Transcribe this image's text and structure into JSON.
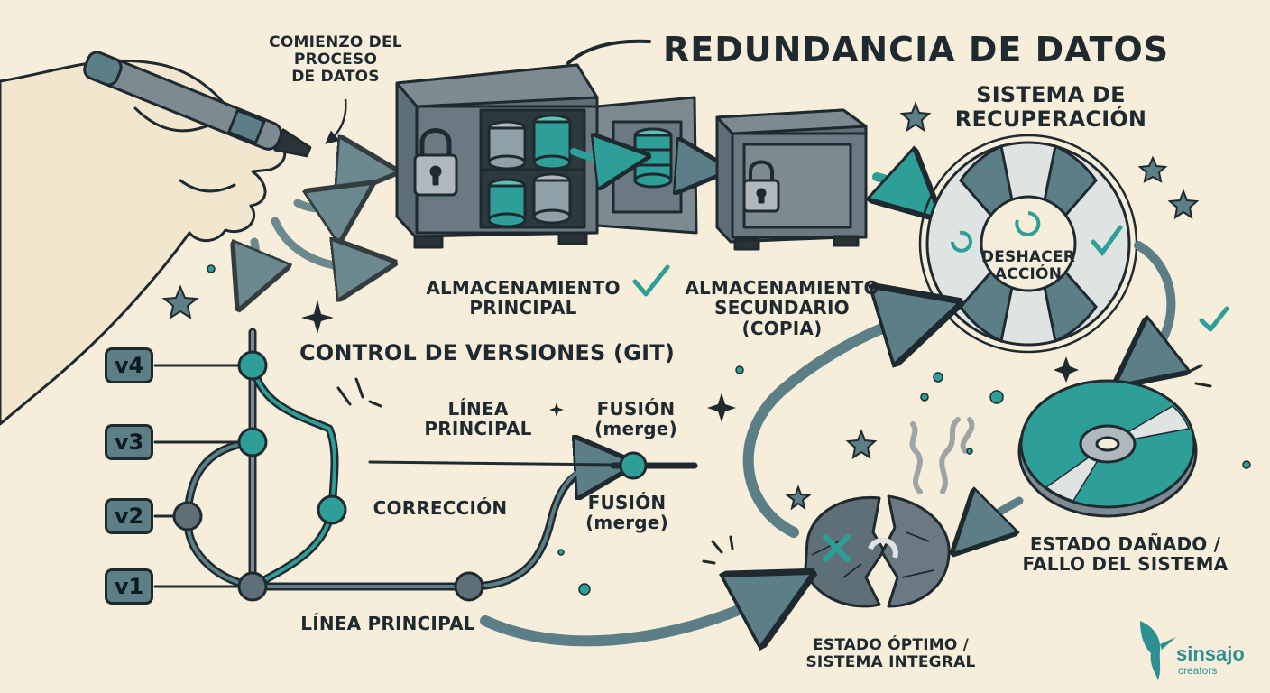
{
  "title": "REDUNDANCIA DE DATOS",
  "labels": {
    "start": [
      "COMIENZO DEL",
      "PROCESO",
      "DE DATOS"
    ],
    "primary_storage": [
      "ALMACENAMIENTO",
      "PRINCIPAL"
    ],
    "secondary_storage": [
      "ALMACENAMIENTO",
      "SECUNDARIO",
      "(COPIA)"
    ],
    "recovery_system": [
      "SISTEMA DE",
      "RECUPERACIÓN"
    ],
    "undo_action": [
      "DESHACER",
      "ACCIÓN"
    ],
    "version_control": "CONTROL DE VERSIONES (GIT)",
    "main_line_top": [
      "LÍNEA",
      "PRINCIPAL"
    ],
    "merge_top": [
      "FUSIÓN",
      "(merge)"
    ],
    "correction": "CORRECCIÓN",
    "merge_mid": [
      "FUSIÓN",
      "(merge)"
    ],
    "main_line_bottom": "LÍNEA PRINCIPAL",
    "damaged_state": [
      "ESTADO DAÑADO /",
      "FALLO DEL SISTEMA"
    ],
    "optimal_state": [
      "ESTADO ÓPTIMO /",
      "SISTEMA INTEGRAL"
    ]
  },
  "versions": [
    "v4",
    "v3",
    "v2",
    "v1"
  ],
  "logo": {
    "name": "sinsajo",
    "sub": "creators"
  },
  "colors": {
    "background": "#f6eedb",
    "ink": "#1f2a30",
    "teal": "#2e9e98",
    "slate": "#5c7f87",
    "steel": "#7d8a92"
  }
}
